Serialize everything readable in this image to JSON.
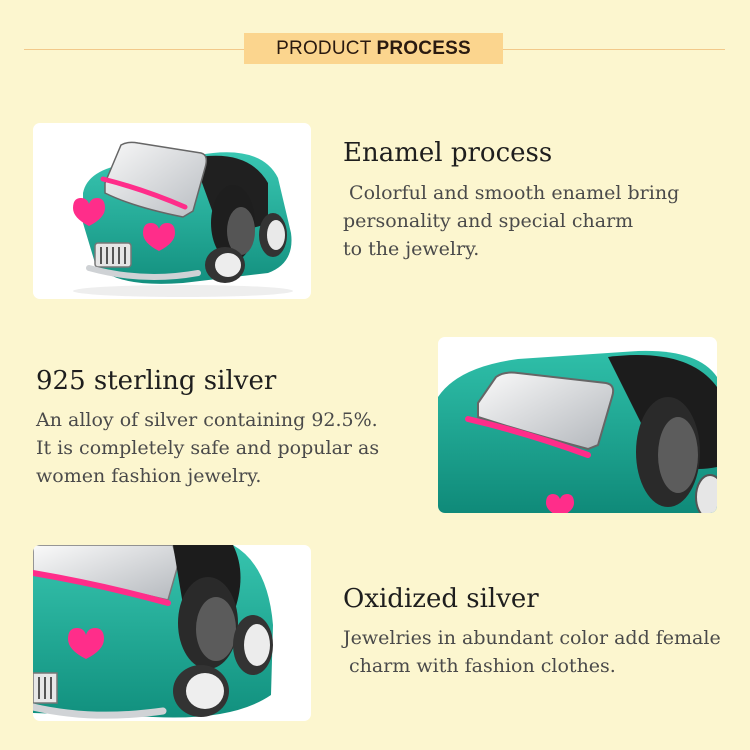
{
  "header": {
    "title_light": "PRODUCT",
    "title_bold": "PROCESS"
  },
  "sections": [
    {
      "title": "Enamel process",
      "lines": [
        " Colorful and smooth enamel bring",
        "personality and special charm",
        "to the jewelry."
      ]
    },
    {
      "title": "925 sterling silver",
      "lines": [
        "An alloy of silver containing 92.5%.",
        "It is completely safe and popular as",
        "women fashion jewelry."
      ]
    },
    {
      "title": "Oxidized silver",
      "lines": [
        "Jewelries in abundant color add female",
        " charm with fashion clothes."
      ]
    }
  ],
  "colors": {
    "background": "#fcf6cf",
    "badge": "#fbd58e",
    "enamel_teal": "#1fa896",
    "heart_pink": "#ff2d8a",
    "silver": "#d9dcdf"
  },
  "images": [
    {
      "icon": "car-charm-icon"
    },
    {
      "icon": "car-charm-icon"
    },
    {
      "icon": "car-charm-icon"
    }
  ]
}
